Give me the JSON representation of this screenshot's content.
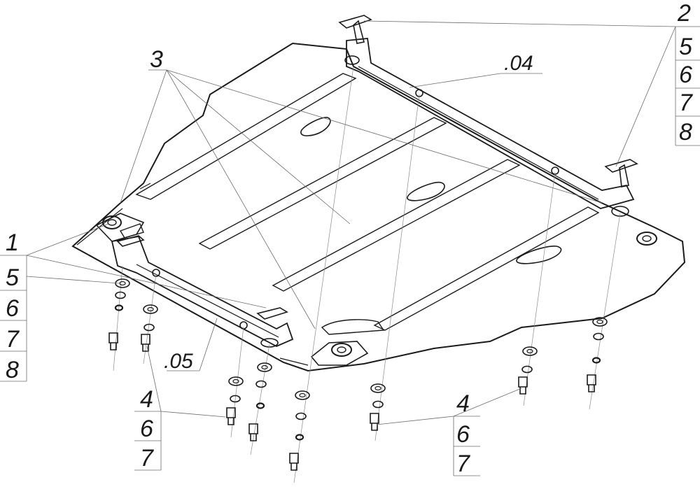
{
  "callouts": {
    "top_right": [
      "2",
      "5",
      "6",
      "7",
      "8"
    ],
    "left": [
      "1",
      "5",
      "6",
      "7",
      "8"
    ],
    "bottom_left": [
      "4",
      "6",
      "7"
    ],
    "bottom_right": [
      "4",
      "6",
      "7"
    ],
    "part_3": "3",
    "part_04": ".04",
    "part_05": ".05"
  }
}
